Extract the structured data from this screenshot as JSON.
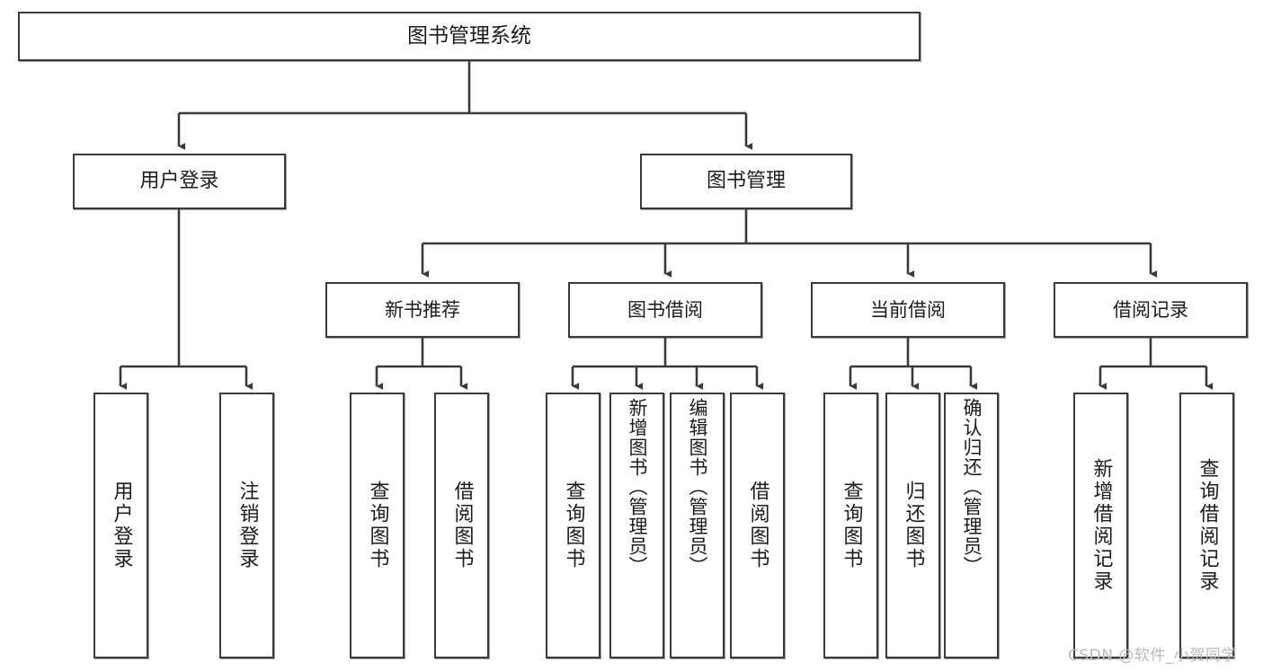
{
  "diagram": {
    "title": "图书管理系统",
    "type": "tree-hierarchy-diagram",
    "root": {
      "label": "图书管理系统"
    },
    "level1": [
      {
        "label": "用户登录"
      },
      {
        "label": "图书管理"
      }
    ],
    "level2": [
      {
        "label": "新书推荐"
      },
      {
        "label": "图书借阅"
      },
      {
        "label": "当前借阅"
      },
      {
        "label": "借阅记录"
      }
    ],
    "leaves": {
      "user_login": [
        {
          "label": "用户登录"
        },
        {
          "label": "注销登录"
        }
      ],
      "new_book_recommend": [
        {
          "label": "查询图书"
        },
        {
          "label": "借阅图书"
        }
      ],
      "book_borrow": [
        {
          "label": "查询图书"
        },
        {
          "label": "新增图书（管理员）"
        },
        {
          "label": "编辑图书（管理员）"
        },
        {
          "label": "借阅图书"
        }
      ],
      "current_borrow": [
        {
          "label": "查询图书"
        },
        {
          "label": "归还图书"
        },
        {
          "label": "确认归还（管理员）"
        }
      ],
      "borrow_record": [
        {
          "label": "新增借阅记录"
        },
        {
          "label": "查询借阅记录"
        }
      ]
    }
  },
  "watermark": {
    "text": "CSDN @软件_小贺同学"
  },
  "colors": {
    "stroke": "#3a3a3a",
    "box_fill": "#ffffff",
    "text": "#1c1c1c",
    "watermark": "#b9b9b9"
  }
}
